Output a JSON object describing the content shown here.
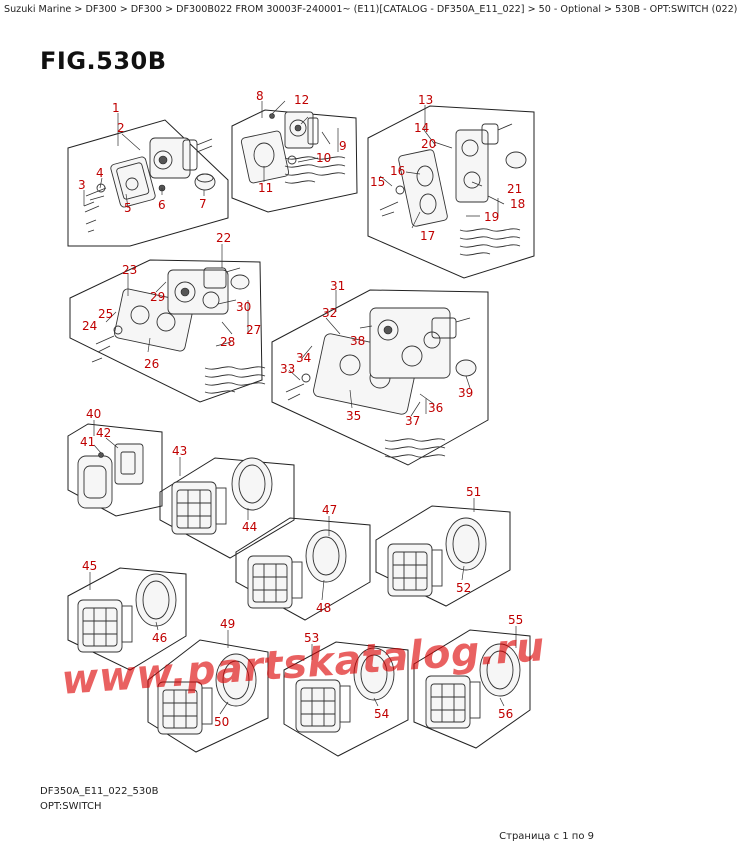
{
  "breadcrumb": "Suzuki Marine > DF300 > DF300 > DF300B022 FROM 30003F-240001~ (E11)[CATALOG - DF350A_E11_022] > 50 - Optional > 530B - OPT:SWITCH (022)",
  "figure_title": "FIG.530B",
  "diagram_code": "DF350A_E11_022_530B",
  "diagram_subtitle": "OPT:SWITCH",
  "pager": "Страница с 1 по 9",
  "watermark": "www.partskatalog.ru",
  "colors": {
    "callout": "#c00000",
    "watermark": "#dc0000",
    "line": "#222222"
  },
  "callouts": [
    "1",
    "2",
    "3",
    "4",
    "5",
    "6",
    "7",
    "8",
    "9",
    "10",
    "11",
    "12",
    "13",
    "14",
    "15",
    "16",
    "17",
    "18",
    "19",
    "20",
    "21",
    "22",
    "23",
    "24",
    "25",
    "26",
    "27",
    "28",
    "29",
    "30",
    "31",
    "32",
    "33",
    "34",
    "35",
    "36",
    "37",
    "38",
    "39",
    "40",
    "41",
    "42",
    "43",
    "44",
    "45",
    "46",
    "47",
    "48",
    "49",
    "50",
    "51",
    "52",
    "53",
    "54",
    "55",
    "56"
  ]
}
